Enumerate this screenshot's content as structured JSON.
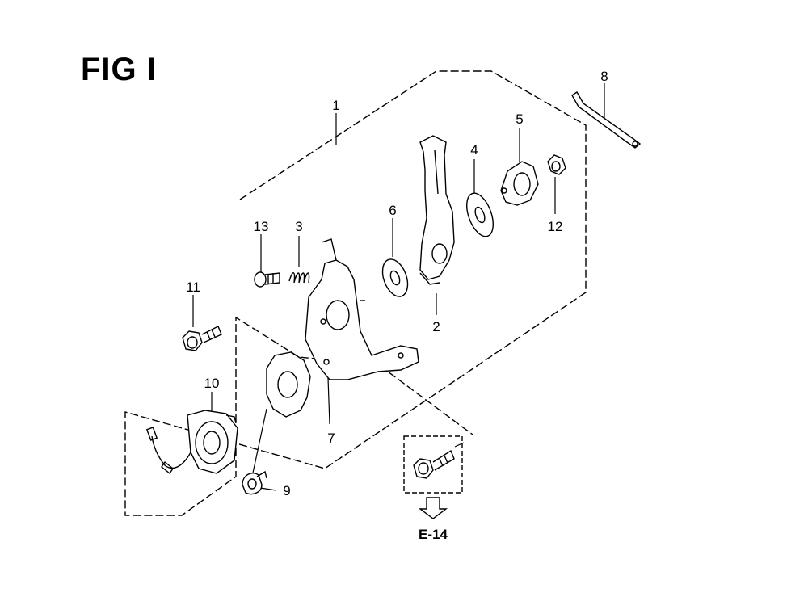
{
  "figure": {
    "title": "FIG I",
    "reference": "E-14"
  },
  "callouts": {
    "c1": "1",
    "c2": "2",
    "c3": "3",
    "c4": "4",
    "c5": "5",
    "c6": "6",
    "c7": "7",
    "c8": "8",
    "c9": "9",
    "c10": "10",
    "c11": "11",
    "c12": "12",
    "c13": "13"
  },
  "colors": {
    "ink": "#000000",
    "paper": "#ffffff",
    "shade": "#d9d9d9"
  }
}
